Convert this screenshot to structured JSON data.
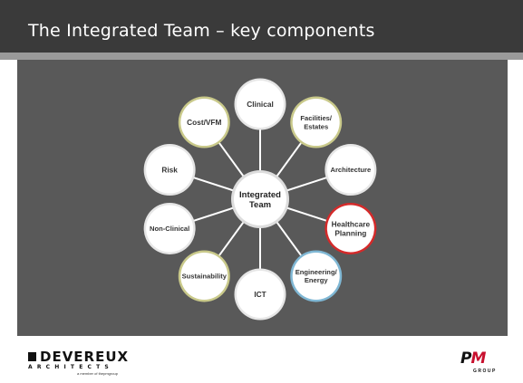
{
  "slide": {
    "title": "The Integrated Team – key components"
  },
  "diagram": {
    "center": {
      "lines": [
        "Integrated",
        "Team"
      ]
    },
    "nodes": [
      {
        "id": "clinical",
        "lines": [
          "Clinical"
        ],
        "ring": "plain"
      },
      {
        "id": "facilities-estates",
        "lines": [
          "Facilities/",
          "Estates"
        ],
        "ring": "olive"
      },
      {
        "id": "architecture",
        "lines": [
          "Architecture"
        ],
        "ring": "plain"
      },
      {
        "id": "healthcare-planning",
        "lines": [
          "Healthcare",
          "Planning"
        ],
        "ring": "red"
      },
      {
        "id": "engineering-energy",
        "lines": [
          "Engineering/",
          "Energy"
        ],
        "ring": "blue"
      },
      {
        "id": "ict",
        "lines": [
          "ICT"
        ],
        "ring": "plain"
      },
      {
        "id": "sustainability",
        "lines": [
          "Sustainability"
        ],
        "ring": "olive"
      },
      {
        "id": "non-clinical",
        "lines": [
          "Non-Clinical"
        ],
        "ring": "plain"
      },
      {
        "id": "risk",
        "lines": [
          "Risk"
        ],
        "ring": "plain"
      },
      {
        "id": "cost-vfm",
        "lines": [
          "Cost/VFM"
        ],
        "ring": "olive"
      }
    ],
    "ring_colors": {
      "plain": "#e6e6e6",
      "olive": "#c9c98a",
      "red": "#d42a2a",
      "blue": "#7fb7d4"
    }
  },
  "footer": {
    "devereux": {
      "name": "DEVEREUX",
      "sub": "ARCHITECTS",
      "tagline": "a member of thepmgroup"
    },
    "pm": {
      "p": "P",
      "m": "M",
      "group": "GROUP"
    }
  }
}
